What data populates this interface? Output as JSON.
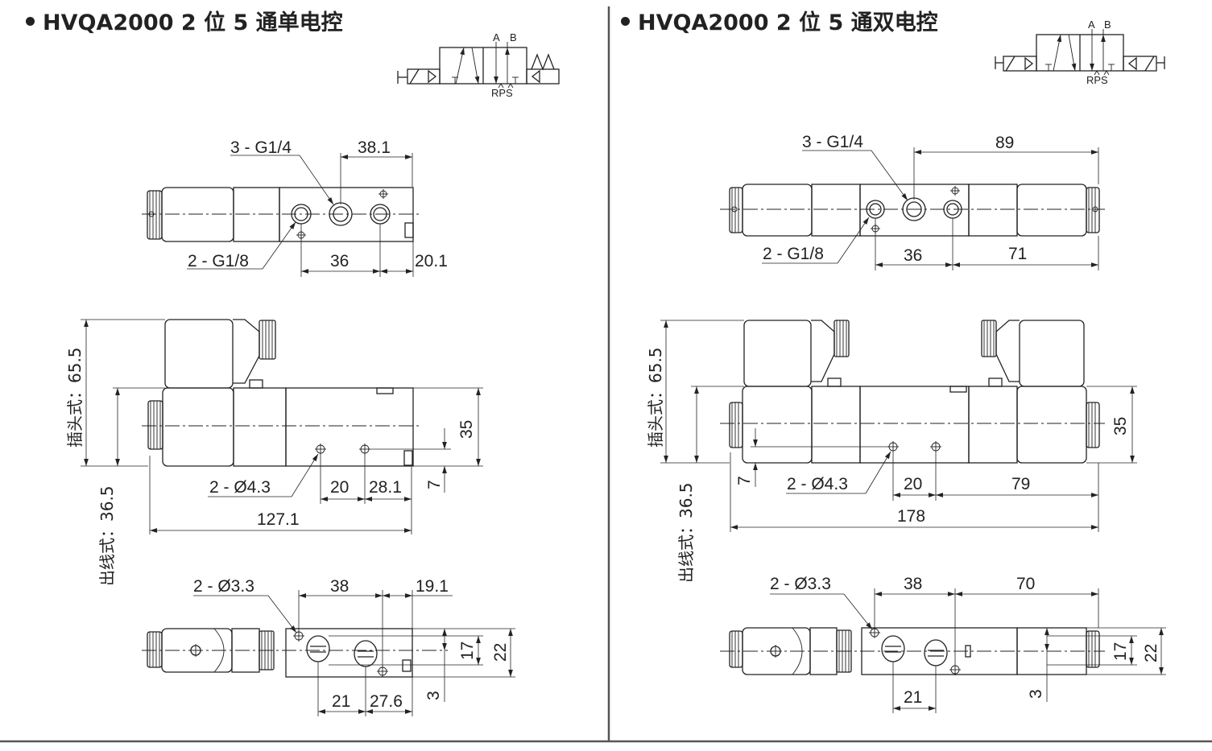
{
  "titles": {
    "left": "HVQA2000 2 位 5 通单电控",
    "right": "HVQA2000 2 位 5 通双电控"
  },
  "symbol_labels": {
    "a": "A",
    "b": "B",
    "rps": "RPS"
  },
  "left": {
    "port_large": "3 - G1/4",
    "port_small": "2 - G1/8",
    "d_top_38_1": "38.1",
    "d_top_36": "36",
    "d_top_20_1": "20.1",
    "plug_type": "插头式：65.5",
    "wire_type": "出线式：36.5",
    "height_35": "35",
    "height_7": "7",
    "mount_hole": "2 - Ø4.3",
    "d_mid_20": "20",
    "d_mid_28_1": "28.1",
    "length": "127.1",
    "hole_small": "2 - Ø3.3",
    "d_bot_38": "38",
    "d_bot_19_1": "19.1",
    "d_bot_17": "17",
    "d_bot_22": "22",
    "d_bot_3": "3",
    "d_bot_21": "21",
    "d_bot_27_6": "27.6"
  },
  "right": {
    "port_large": "3 - G1/4",
    "port_small": "2 - G1/8",
    "d_top_89": "89",
    "d_top_36": "36",
    "d_top_71": "71",
    "plug_type": "插头式：65.5",
    "wire_type": "出线式：36.5",
    "height_35": "35",
    "height_7": "7",
    "mount_hole": "2 - Ø4.3",
    "d_mid_20": "20",
    "d_mid_79": "79",
    "length": "178",
    "hole_small": "2 - Ø3.3",
    "d_bot_38": "38",
    "d_bot_70": "70",
    "d_bot_17": "17",
    "d_bot_22": "22",
    "d_bot_3": "3",
    "d_bot_21": "21"
  }
}
